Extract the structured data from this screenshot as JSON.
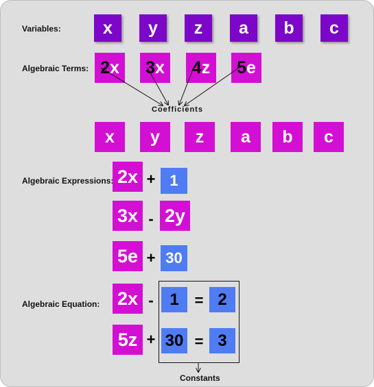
{
  "labels": {
    "variables": "Variables:",
    "algebraic_terms": "Algebraic Terms:",
    "coefficients": "Coefficients",
    "algebraic_expressions": "Algebraic Expressions:",
    "algebraic_equation": "Algebraic Equation:",
    "constants": "Constants"
  },
  "variables_row_1": [
    "x",
    "y",
    "z",
    "a",
    "b",
    "c"
  ],
  "variables_row_2": [
    "x",
    "y",
    "z",
    "a",
    "b",
    "c"
  ],
  "terms": [
    {
      "coefficient": "2",
      "variable": "x"
    },
    {
      "coefficient": "3",
      "variable": "x"
    },
    {
      "coefficient": "4",
      "variable": "z"
    },
    {
      "coefficient": "5",
      "variable": "e"
    }
  ],
  "expressions": [
    {
      "term": "2x",
      "operator": "+",
      "operand": "1"
    },
    {
      "term": "3x",
      "operator": "-",
      "operand": "2y"
    },
    {
      "term": "5e",
      "operator": "+",
      "operand": "30"
    }
  ],
  "equations": [
    {
      "term": "2x",
      "operator": "-",
      "constant": "1",
      "equals": "=",
      "result": "2"
    },
    {
      "term": "5z",
      "operator": "+",
      "constant": "30",
      "equals": "=",
      "result": "3"
    }
  ],
  "colors": {
    "variable_tile": "#7d07c8",
    "term_tile": "#d40fd4",
    "constant_tile": "#4f7cf2",
    "background": "#dedede"
  }
}
